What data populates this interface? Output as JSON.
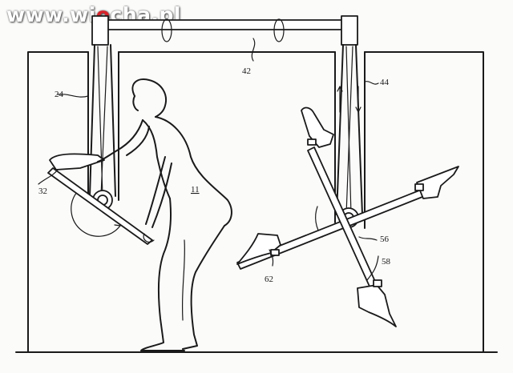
{
  "watermark": {
    "pre": "www.wi",
    "dot": "o",
    "post": "cha.pl"
  },
  "labels": {
    "frame_arm": "24",
    "top_bar": "42",
    "right_arm": "44",
    "left_paddle": "32",
    "person": "11",
    "right_wheel": "56",
    "foot_lower": "58",
    "foot_left": "62"
  },
  "colors": {
    "ink": "#1a1a1a",
    "paper": "#fbfbfa",
    "watermark_accent": "#d8232a"
  }
}
